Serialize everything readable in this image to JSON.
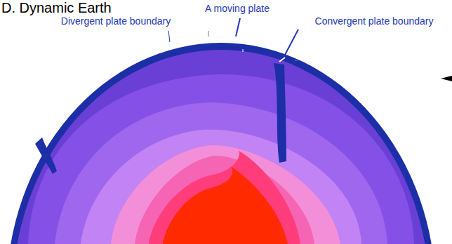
{
  "diagram": {
    "title": "D. Dynamic Earth",
    "labels": [
      "Divergent plate boundary",
      "A moving plate",
      "Convergent plate boundary"
    ]
  }
}
